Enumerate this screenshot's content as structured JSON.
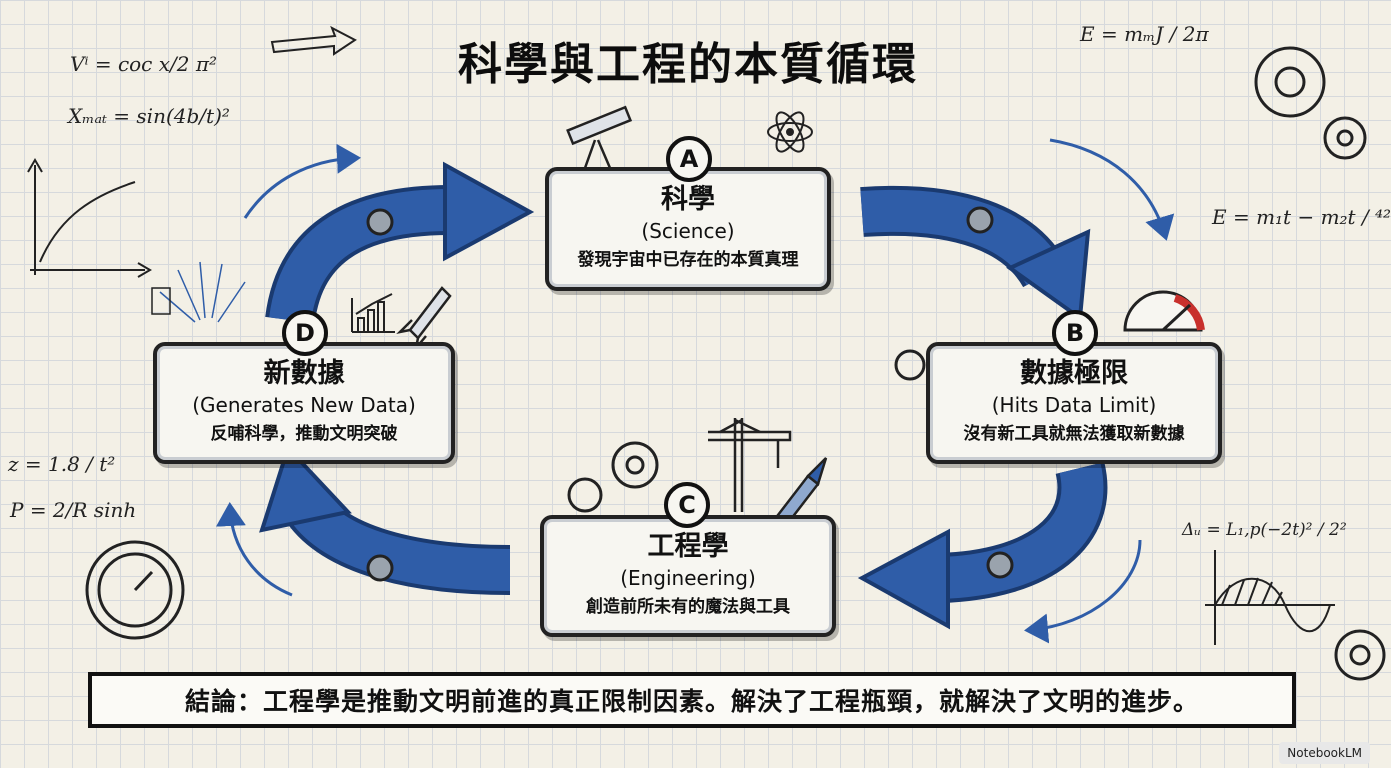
{
  "title": "科學與工程的本質循環",
  "nodes": {
    "a": {
      "letter": "A",
      "zh": "科學",
      "en": "(Science)",
      "desc": "發現宇宙中已存在的本質真理"
    },
    "b": {
      "letter": "B",
      "zh": "數據極限",
      "en": "(Hits Data Limit)",
      "desc": "沒有新工具就無法獲取新數據"
    },
    "c": {
      "letter": "C",
      "zh": "工程學",
      "en": "(Engineering)",
      "desc": "創造前所未有的魔法與工具"
    },
    "d": {
      "letter": "D",
      "zh": "新數據",
      "en": "(Generates New Data)",
      "desc": "反哺科學，推動文明突破"
    }
  },
  "conclusion": "結論：工程學是推動文明前進的真正限制因素。解決了工程瓶頸，就解決了文明的進步。",
  "formulas": {
    "f1": "Vⁱ = coc x/2 π²",
    "f2": "Xₘₐₜ = sin(4b/t)²",
    "f3": "E = mₘJ / 2π",
    "f4": "E = m₁t − m₂t / ⁴²",
    "f5": "z = 1.8 / t²",
    "f6": "P = 2/R sinh",
    "f7": "Δᵤ = L₁,p(−2t)² / 2²"
  },
  "brand": "NotebookLM",
  "colors": {
    "arrow": "#2f5da8",
    "arrow_dark": "#1a3a70",
    "ink": "#111111",
    "paper": "#f3f0e6"
  }
}
